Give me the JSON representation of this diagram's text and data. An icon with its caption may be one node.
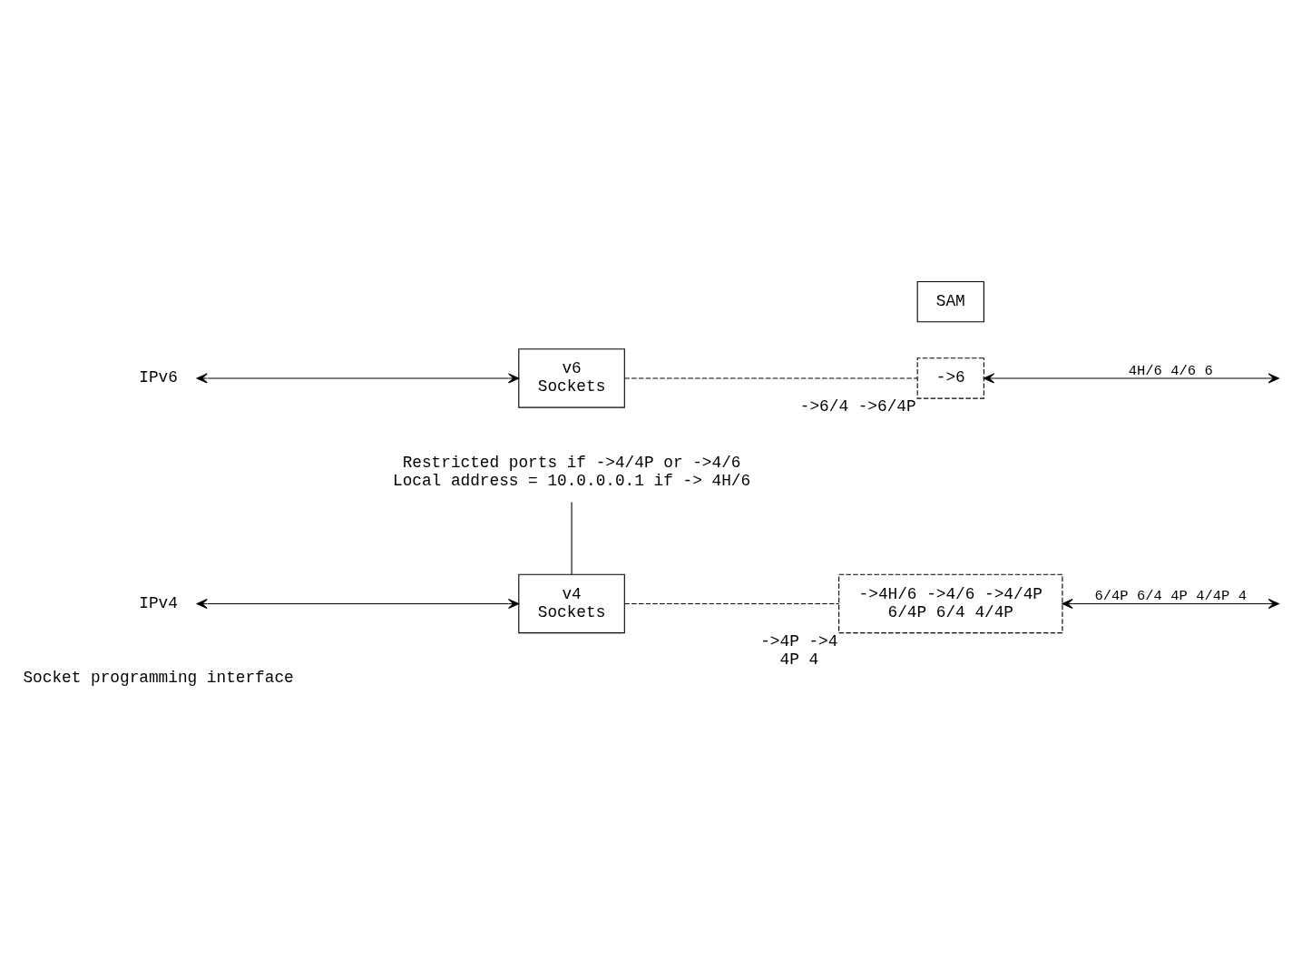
{
  "diagram": {
    "nodes": [
      {
        "text": [
          "IPv4"
        ]
      },
      {
        "text": [
          "v4",
          "Sockets"
        ]
      },
      {
        "text": [
          "IPv6"
        ]
      },
      {
        "text": [
          "v6",
          "Sockets"
        ]
      },
      {
        "text": [
          "->4H/6 ->4/6 ->4/4P",
          "6/4P 6/4 4/4P"
        ],
        "beside": [
          "->4P ->4",
          "4P 4"
        ]
      },
      {
        "text": [
          "->6"
        ],
        "beside": [
          "->6/4 ->6/4P"
        ]
      },
      {
        "text": [
          "SAM"
        ]
      },
      {
        "text": [
          "Restricted ports if ->4/4P or ->4/6",
          "Local address = 10.0.0.0.1 if -> 4H/6"
        ]
      }
    ],
    "edges": [
      {
        "from": 7,
        "to": 1,
        "arrow": "none"
      },
      {
        "from": 0,
        "to": 1,
        "arrow": "both"
      },
      {
        "from": 1,
        "to": 4,
        "arrow": "none",
        "style": "dashed"
      },
      {
        "from": 4,
        "to": null,
        "arrow": "both",
        "label": "6/4P 6/4 4P 4/4P 4"
      },
      {
        "from": 2,
        "to": 3,
        "arrow": "both"
      },
      {
        "from": 3,
        "to": 5,
        "arrow": "none",
        "style": "dashed"
      },
      {
        "from": 5,
        "to": null,
        "arrow": "both",
        "label": "4H/6 4/6 6"
      }
    ],
    "labels": [
      "Socket programming interface"
    ]
  }
}
